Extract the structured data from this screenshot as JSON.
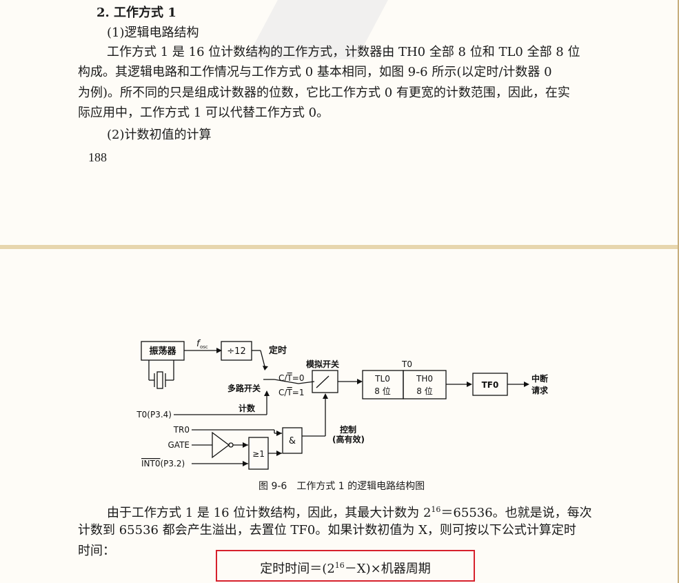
{
  "page1": {
    "heading": "2. 工作方式 1",
    "sub1": "(1)逻辑电路结构",
    "para": [
      "工作方式 1 是 16 位计数结构的工作方式，计数器由 TH0 全部 8 位和 TL0 全部 8 位",
      "构成。其逻辑电路和工作情况与工作方式 0 基本相同，如图 9-6 所示(以定时/计数器 0",
      "为例)。所不同的只是组成计数器的位数，它比工作方式 0 有更宽的计数范围，因此，在实",
      "际应用中，工作方式 1 可以代替工作方式 0。"
    ],
    "sub2": "(2)计数初值的计算",
    "page_number": "188"
  },
  "diagram": {
    "oscillator": "振荡器",
    "fosc": "f",
    "fosc_sub": "osc",
    "divider": "÷12",
    "timing": "定时",
    "analog_switch": "模拟开关",
    "mux": "多路开关",
    "ct0_a": "C/",
    "ct0_b": "T",
    "ct0_c": "=0",
    "ct1_c": "=1",
    "counting": "计数",
    "t0_title": "T0",
    "tl0": "TL0",
    "th0": "TH0",
    "bits8": "8 位",
    "tf0": "TF0",
    "interrupt_line1": "中断",
    "interrupt_line2": "请求",
    "t0_pin": "T0(P3.4)",
    "tr0": "TR0",
    "gate": "GATE",
    "int0": "INT0",
    "int0_pin": "(P3.2)",
    "or_gate": "≥1",
    "and_gate": "&",
    "control": "控制",
    "active_high": "(高有效)"
  },
  "caption": "图 9-6　工作方式 1 的逻辑电路结构图",
  "page2": {
    "line1_a": "由于工作方式 1 是 16 位计数结构，因此，其最大计数为 2",
    "line1_sup": "16",
    "line1_b": "＝65536。也就是说，每次",
    "line2": "计数到 65536 都会产生溢出，去置位 TF0。如果计数初值为 X，则可按以下公式计算定时",
    "line3": "时间：",
    "formula_a": "定时时间＝(2",
    "formula_sup": "16",
    "formula_b": "－X)×机器周期"
  }
}
